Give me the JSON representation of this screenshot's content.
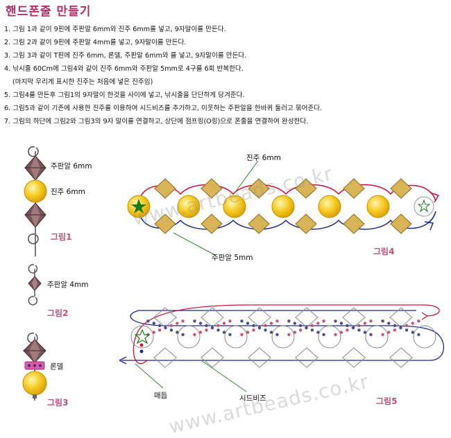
{
  "title": "핸드폰줄 만들기",
  "steps": [
    "1. 그림 1과 같이 9핀에 주판알 6mm와 진주 6mm를 넣고, 9자말이를 만든다.",
    "2. 그림 2과 같이 9핀에 주판알 4mm를 넣고, 9자말이를 만든다.",
    "3. 그림 3과 같이 T핀에 진주 6mm, 론델, 주판알 6mm와 를 넣고, 9자말이를 만든다.",
    "4. 낚시줄 60Cm에 그림4와 같이 진주 6mm와 주판알 5mm로 4구를 6회 반복한다.",
    "(마지막 우리게 표시한 진주는 처음에 넣은 진주임)",
    "5. 그림4를 만든후 그림1의 9자말이 한것을 사이에 넣고, 낚시줄을 단단하게 당겨준다.",
    "6. 그림5과 같이 기존에 사용한 진주를 이용하여 시드비즈를 추가하고, 이웃하는 주판알을 한바퀴 둘러고 묶어준다.",
    "7. 그림의 하단에 그림2와 그림3의 9자 말이를 연결하고, 상단에 점프링(O링)으로 폰줄을 연결하여 완성한다."
  ],
  "labels": {
    "fig1_bicone": "주판알 6mm",
    "fig1_pearl": "진주 6mm",
    "fig2_bicone": "주판알 4mm",
    "fig3_rondelle": "론델",
    "fig4_pearl": "진주 6mm",
    "fig4_bicone": "주판알 5mm",
    "fig5_knot": "매듭",
    "fig5_seed": "시드비즈"
  },
  "figures": {
    "f1": "그림1",
    "f2": "그림2",
    "f3": "그림3",
    "f4": "그림4",
    "f5": "그림5"
  },
  "watermark": "www.artbeads.co.kr",
  "colors": {
    "title": "#b0306a",
    "figure_label": "#c0507a",
    "leader": "#2e8b2e",
    "thread_red": "#d0103a",
    "thread_navy": "#1e2a8a",
    "pearl": "#f2c81e",
    "bicone_gold": "#d8b456",
    "bicone_brown": "#7a5458",
    "rondelle": "#d85aa8",
    "star": "#1a7a1a"
  }
}
